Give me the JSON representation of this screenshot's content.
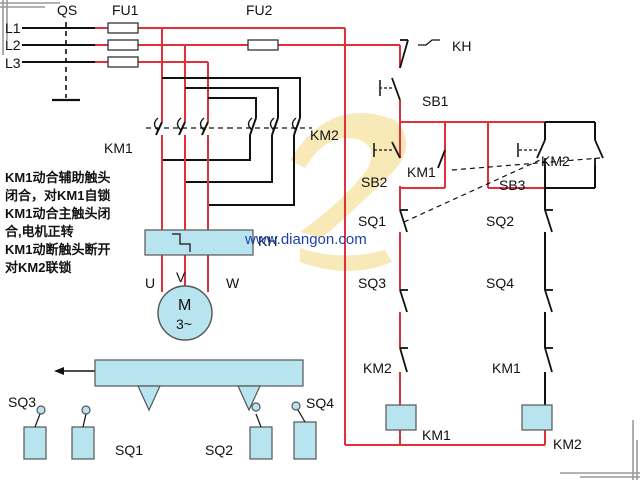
{
  "colors": {
    "red_wire": "#e0303a",
    "black_wire": "#111111",
    "device_fill": "#b8e4ef",
    "device_stroke": "#555555",
    "watermark": "#1e3fae",
    "logo_tint": "#f6e2a0",
    "frame_stripe": "#9a9a9a"
  },
  "labels": {
    "qs": "QS",
    "fu1": "FU1",
    "fu2": "FU2",
    "l1": "L1",
    "l2": "L2",
    "l3": "L3",
    "km1_main": "KM1",
    "km2_main": "KM2",
    "kh_relay": "KH",
    "kh_contact": "KH",
    "u": "U",
    "v": "V",
    "w": "W",
    "motor": "M",
    "motor_sub": "3~",
    "sb1": "SB1",
    "sb2": "SB2",
    "sb3": "SB3",
    "km1_aux": "KM1",
    "km2_aux": "KM2",
    "sq1_ctrl": "SQ1",
    "sq2_ctrl": "SQ2",
    "sq3_ctrl": "SQ3",
    "sq4_ctrl": "SQ4",
    "km2_nc": "KM2",
    "km1_nc": "KM1",
    "km1_coil": "KM1",
    "km2_coil": "KM2",
    "sq1_bottom": "SQ1",
    "sq2_bottom": "SQ2",
    "sq3_bottom": "SQ3",
    "sq4_bottom": "SQ4"
  },
  "notes": {
    "line1": "KM1动合辅助触头",
    "line2": "闭合，对KM1自锁",
    "line3": "KM1动合主触头闭",
    "line4": "合,电机正转",
    "line5": "KM1动断触头断开",
    "line6": "对KM2联锁"
  },
  "watermark": "www.diangon.com"
}
